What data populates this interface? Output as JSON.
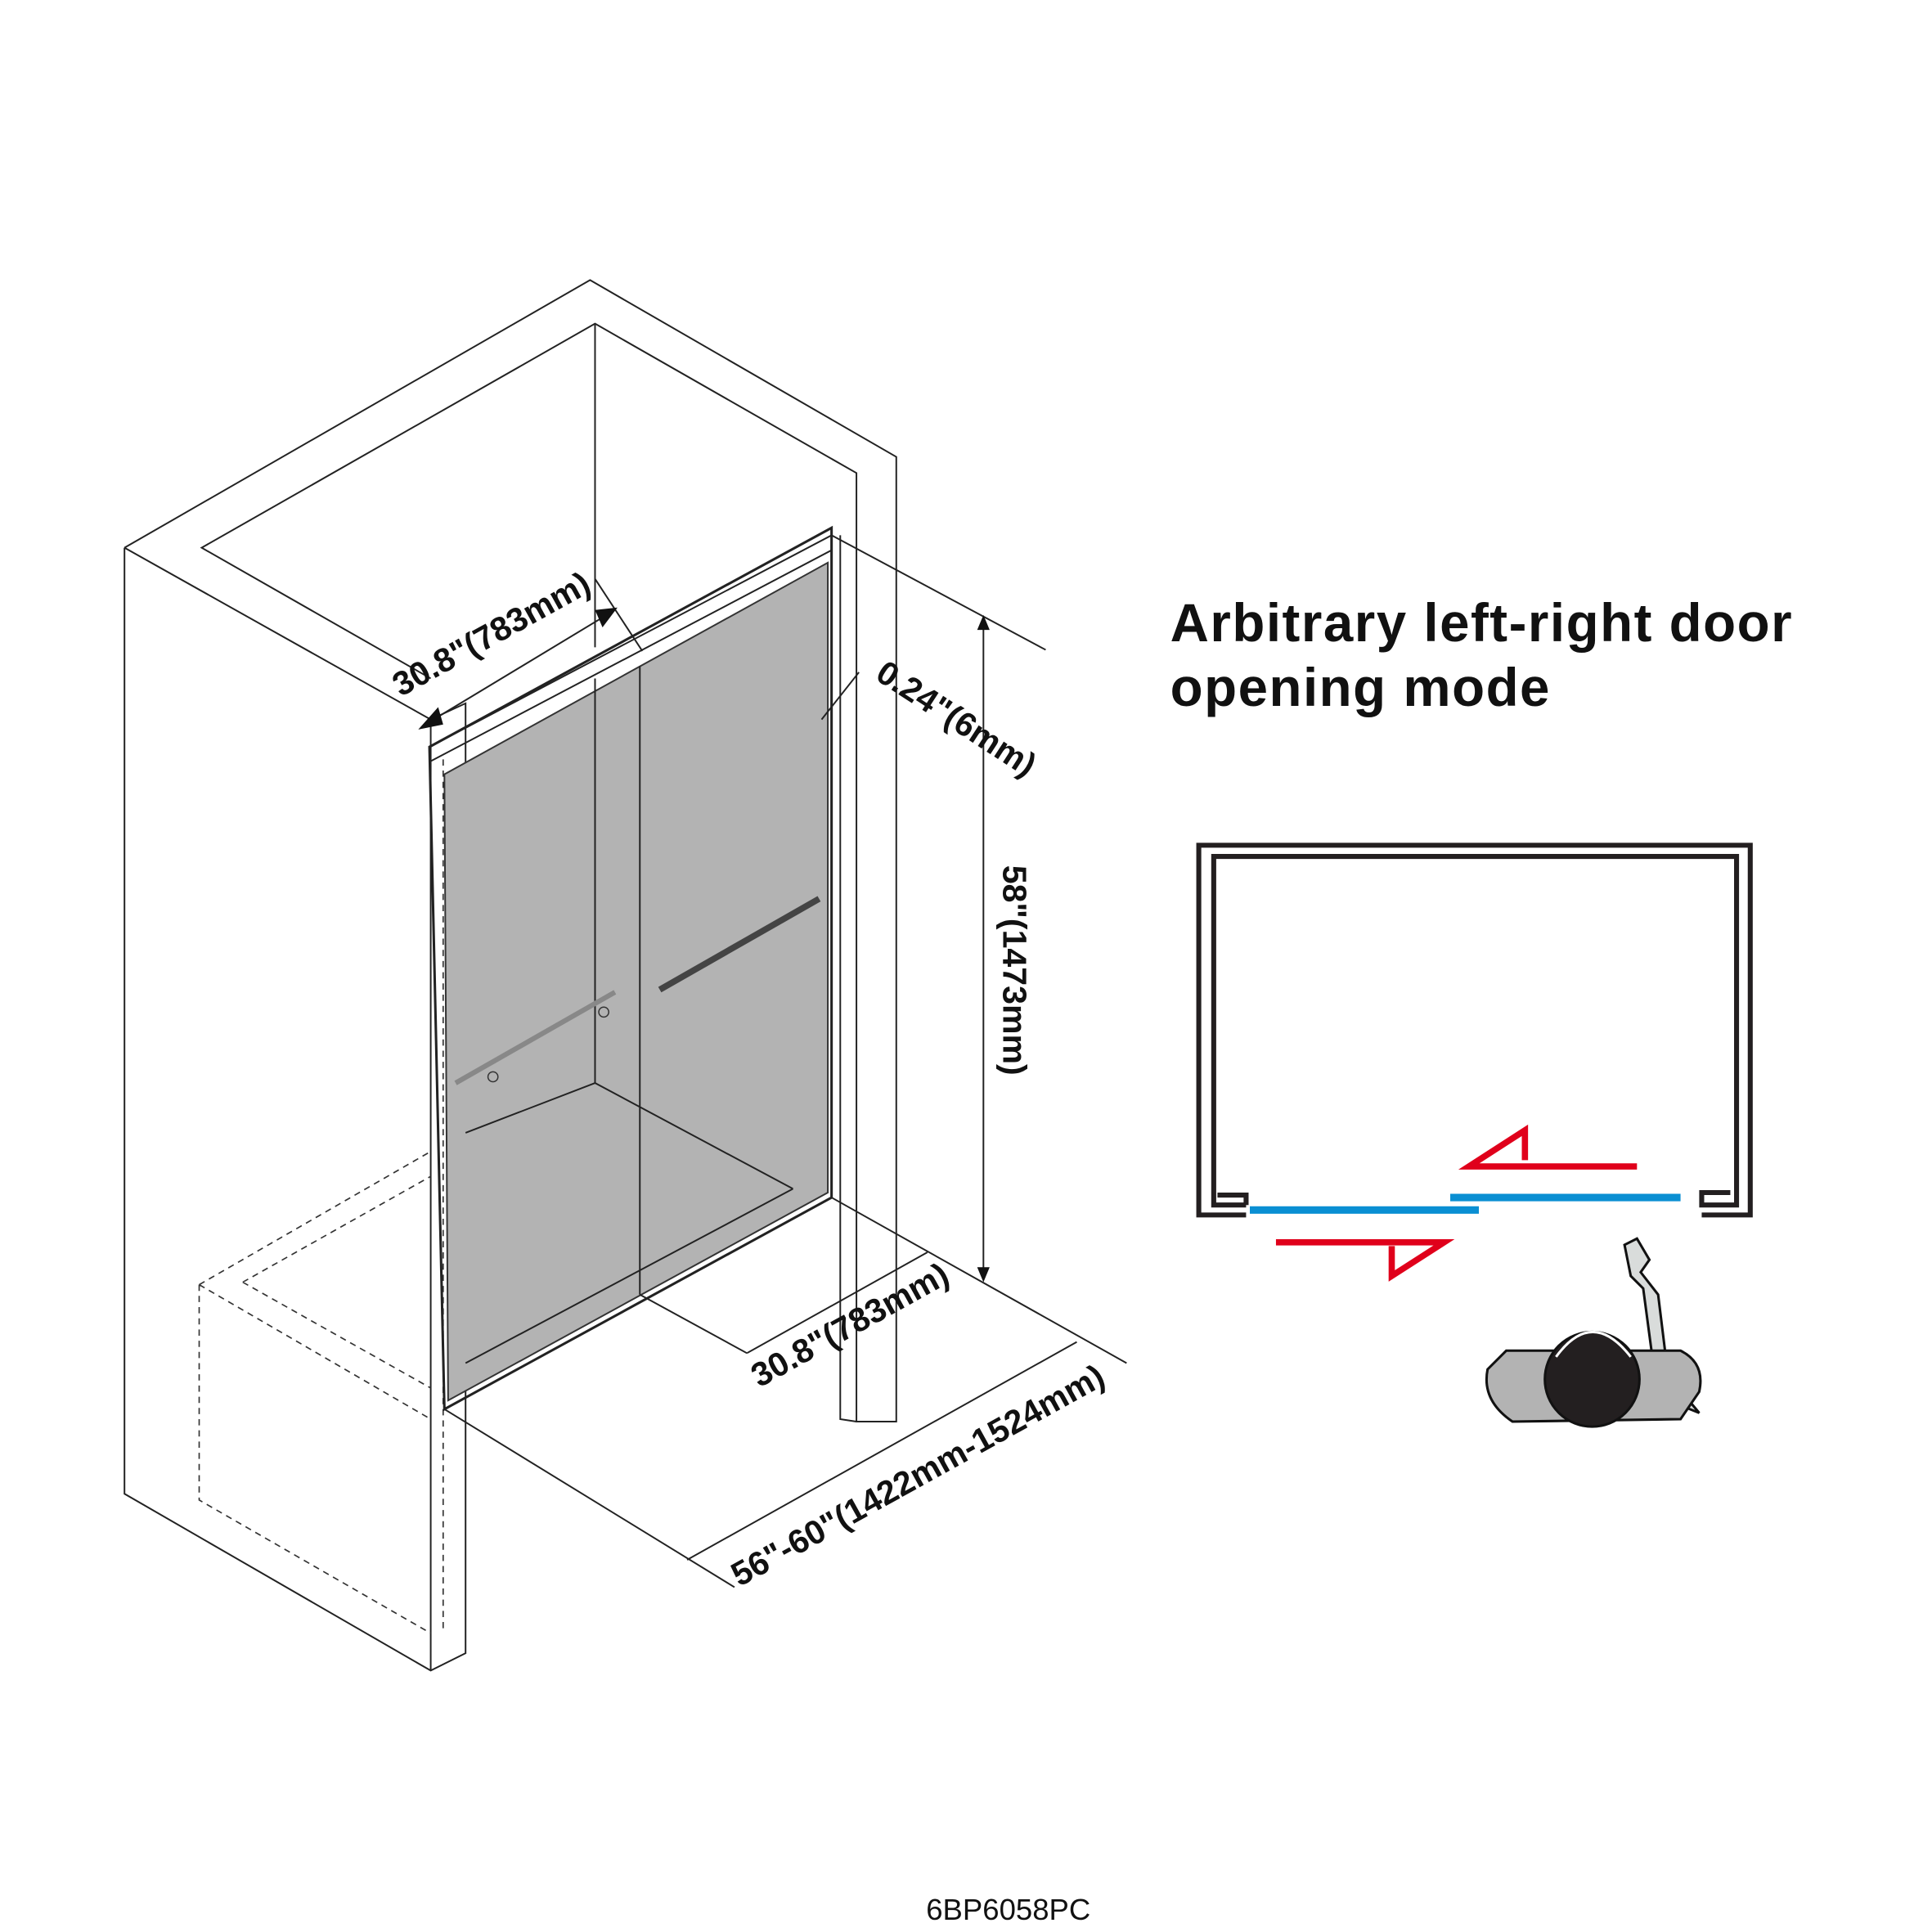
{
  "title": {
    "line1": "Arbitrary left-right door",
    "line2": "opening mode"
  },
  "dimensions": {
    "door_width_top": "30.8\"(783mm)",
    "glass_thickness": "0.24\"(6mm)",
    "height": "58\"(1473mm)",
    "door_width_bottom": "30.8\"(783mm)",
    "overall_width": "56\"-60\"(1422mm-1524mm)"
  },
  "model_code": "6BP6058PC",
  "colors": {
    "glass": "#b3b3b3",
    "panel": "#0a8fd3",
    "arrow": "#e0001b",
    "frame": "#231f20"
  }
}
